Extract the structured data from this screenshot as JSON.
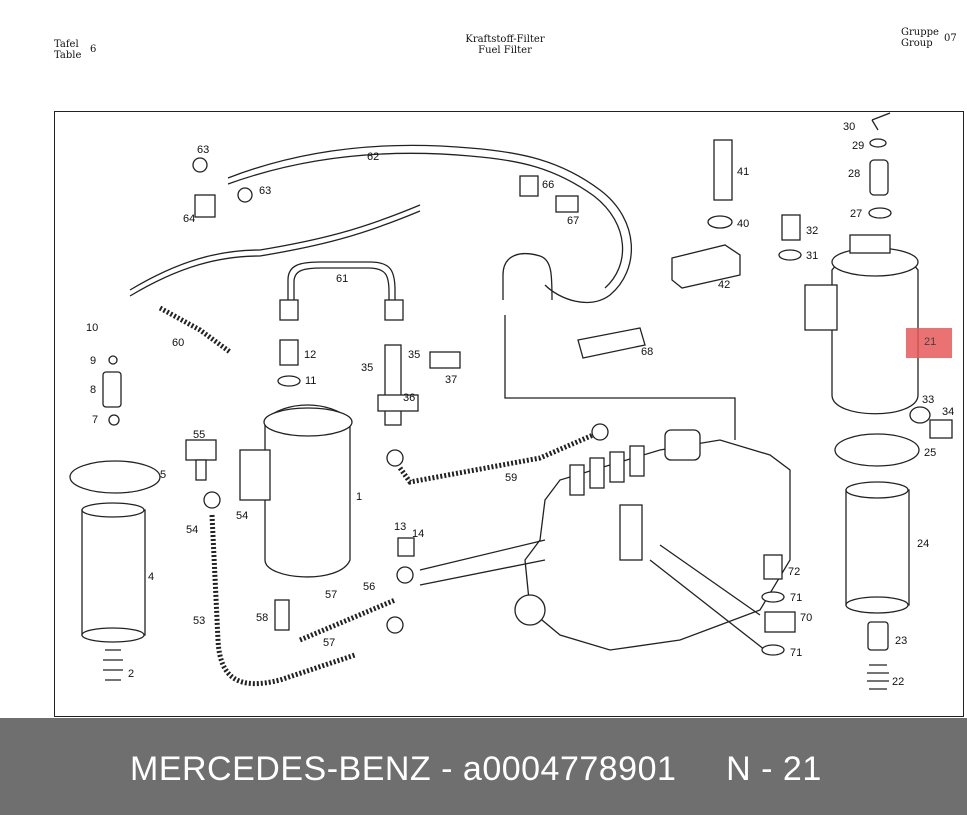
{
  "header": {
    "left_line1": "Tafel",
    "left_line2": "Table",
    "left_num": "6",
    "center_line1": "Kraftstoff-Filter",
    "center_line2": "Fuel Filter",
    "right_line1": "Gruppe",
    "right_line2": "Group",
    "right_num": "07"
  },
  "labels": {
    "p1": "1",
    "p2": "2",
    "p4": "4",
    "p5": "5",
    "p7": "7",
    "p8": "8",
    "p9": "9",
    "p10": "10",
    "p11": "11",
    "p12": "12",
    "p13": "13",
    "p14": "14",
    "p21": "21",
    "p22": "22",
    "p23": "23",
    "p24": "24",
    "p25": "25",
    "p27": "27",
    "p28": "28",
    "p29": "29",
    "p30": "30",
    "p31": "31",
    "p32": "32",
    "p33": "33",
    "p34": "34",
    "p35a": "35",
    "p35b": "35",
    "p36": "36",
    "p37": "37",
    "p40": "40",
    "p41": "41",
    "p42": "42",
    "p53": "53",
    "p54a": "54",
    "p54b": "54",
    "p55": "55",
    "p56": "56",
    "p57a": "57",
    "p57b": "57",
    "p58": "58",
    "p59": "59",
    "p60": "60",
    "p61": "61",
    "p62": "62",
    "p63a": "63",
    "p63b": "63",
    "p64": "64",
    "p66": "66",
    "p67": "67",
    "p68": "68",
    "p70": "70",
    "p71a": "71",
    "p71b": "71",
    "p72": "72"
  },
  "highlight_label": "21",
  "footer": {
    "text": "MERCEDES-BENZ - a0004778901     N - 21"
  }
}
